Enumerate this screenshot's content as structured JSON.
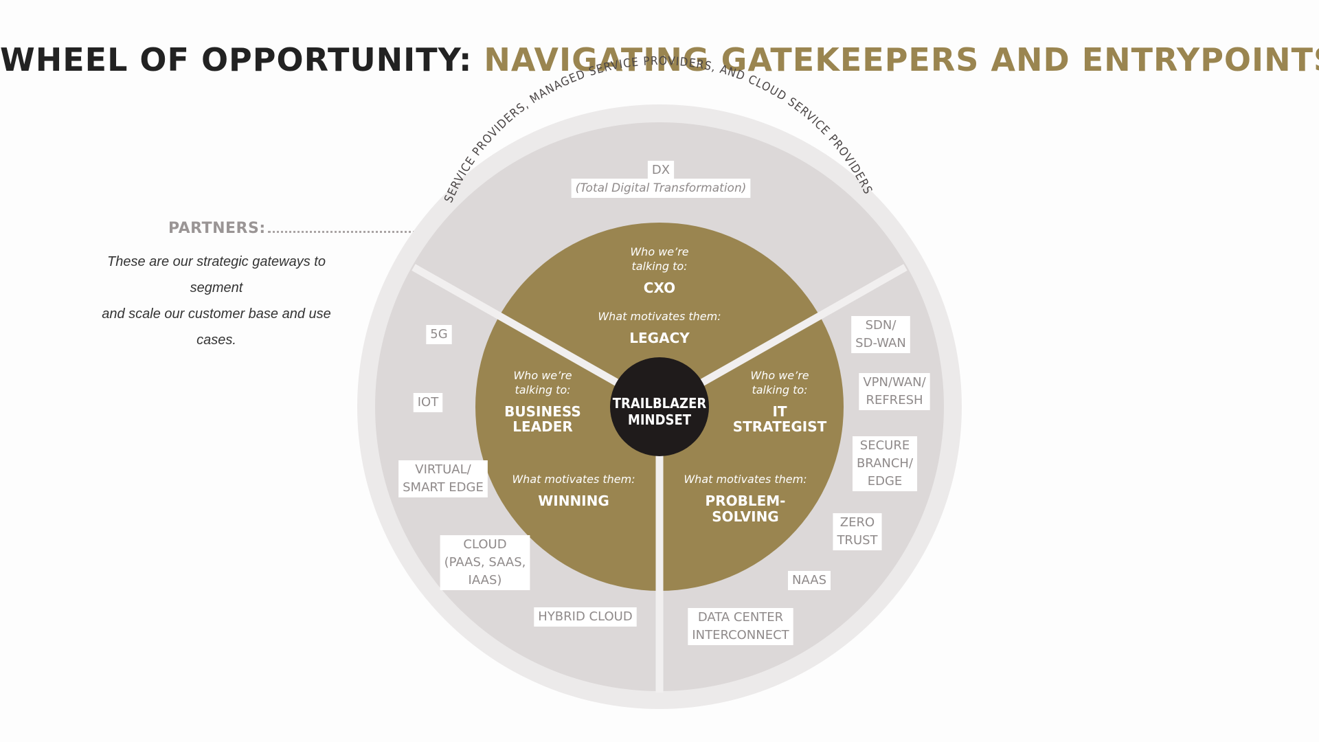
{
  "title": {
    "part1": "WHEEL OF OPPORTUNITY:",
    "part2": "NAVIGATING GATEKEEPERS AND ENTRYPOINTS"
  },
  "partners": {
    "heading": "PARTNERS:",
    "description_line1": "These are our strategic gateways to segment",
    "description_line2": "and scale our customer base and use cases."
  },
  "outer_ring_text": "SERVICE PROVIDERS, MANAGED SERVICE PROVIDERS, AND CLOUD SERVICE PROVIDERS",
  "center": {
    "line1": "TRAILBLAZER",
    "line2": "MINDSET"
  },
  "segments": [
    {
      "id": "top",
      "who_label_line1": "Who we’re",
      "who_label_line2": "talking to:",
      "who": [
        "CXO"
      ],
      "motivation_label": "What motivates them:",
      "motivation": [
        "LEGACY"
      ]
    },
    {
      "id": "left",
      "who_label_line1": "Who we’re",
      "who_label_line2": "talking to:",
      "who": [
        "BUSINESS",
        "LEADER"
      ],
      "motivation_label": "What motivates them:",
      "motivation": [
        "WINNING"
      ]
    },
    {
      "id": "right",
      "who_label_line1": "Who we’re",
      "who_label_line2": "talking to:",
      "who": [
        "IT",
        "STRATEGIST"
      ],
      "motivation_label": "What motivates them:",
      "motivation": [
        "PROBLEM-",
        "SOLVING"
      ]
    }
  ],
  "entrypoints": {
    "top": [
      {
        "name": "dx",
        "lines": [
          "DX"
        ]
      }
    ],
    "top_sub": "(Total Digital Transformation)",
    "left": [
      {
        "name": "5g",
        "lines": [
          "5G"
        ]
      },
      {
        "name": "iot",
        "lines": [
          "IOT"
        ]
      },
      {
        "name": "virtual-smart-edge",
        "lines": [
          "VIRTUAL/",
          "SMART EDGE"
        ]
      },
      {
        "name": "cloud",
        "lines": [
          "CLOUD",
          "(PAAS, SAAS,",
          "IAAS)"
        ]
      },
      {
        "name": "hybrid-cloud",
        "lines": [
          "HYBRID CLOUD"
        ]
      }
    ],
    "right": [
      {
        "name": "sdn-sd-wan",
        "lines": [
          "SDN/",
          "SD-WAN"
        ]
      },
      {
        "name": "vpn-wan-refresh",
        "lines": [
          "VPN/WAN/",
          "REFRESH"
        ]
      },
      {
        "name": "secure-branch-edge",
        "lines": [
          "SECURE",
          "BRANCH/",
          "EDGE"
        ]
      },
      {
        "name": "zero-trust",
        "lines": [
          "ZERO",
          "TRUST"
        ]
      },
      {
        "name": "naas",
        "lines": [
          "NAAS"
        ]
      },
      {
        "name": "data-center-interconnect",
        "lines": [
          "DATA CENTER",
          "INTERCONNECT"
        ]
      }
    ]
  },
  "colors": {
    "gold": "#9a8550",
    "ring_outer": "#eceaea",
    "ring_inner": "#dcd8d8",
    "divider": "#f1efef",
    "hub": "#1f1b1b",
    "label_text": "#8f8a8a",
    "title_dark": "#222222"
  }
}
